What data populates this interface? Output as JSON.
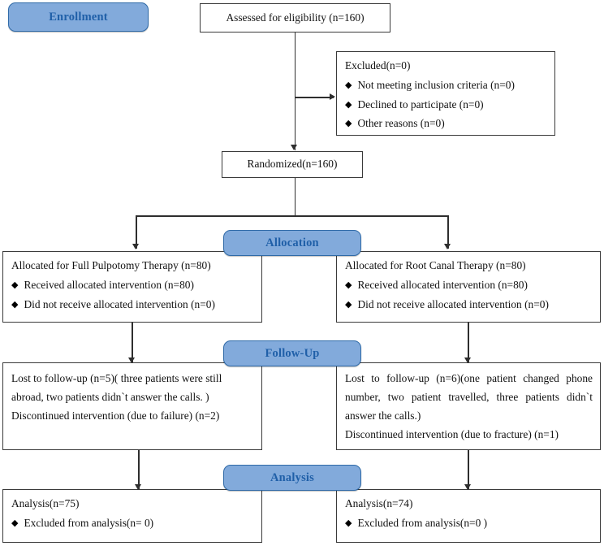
{
  "diagram": {
    "title": "CONSORT participant flow diagram",
    "colors": {
      "pill_fill": "#82AADB",
      "pill_border": "#2f6aa8",
      "pill_text": "#1F5FA8",
      "box_border": "#3a3a3a",
      "connector": "#2e2e2e",
      "background": "#ffffff"
    },
    "bullet_glyph": "◆"
  },
  "stages": {
    "enrollment": "Enrollment",
    "allocation": "Allocation",
    "followup": "Follow-Up",
    "analysis": "Analysis"
  },
  "enrollment": {
    "assessed": "Assessed for eligibility (n=160)",
    "excluded_title": "Excluded(n=0)",
    "excluded_items": [
      "Not meeting inclusion criteria (n=0)",
      "Declined to participate (n=0)",
      "Other reasons (n=0)"
    ],
    "randomized": "Randomized(n=160)"
  },
  "allocation": {
    "left": {
      "title": "Allocated for Full Pulpotomy Therapy (n=80)",
      "items": [
        "Received allocated intervention (n=80)",
        "Did not receive allocated intervention (n=0)"
      ]
    },
    "right": {
      "title": "Allocated for Root Canal Therapy (n=80)",
      "items": [
        "Received allocated intervention (n=80)",
        "Did not receive allocated intervention   (n=0)"
      ]
    }
  },
  "followup": {
    "left": {
      "lost": "Lost to follow-up (n=5)( three patients were still abroad, two patients didn`t answer the calls. )",
      "discontinued": "Discontinued intervention (due to failure) (n=2)"
    },
    "right": {
      "lost": "Lost to follow-up (n=6)(one patient changed phone number, two patient travelled, three patients didn`t answer the calls.)",
      "discontinued": "Discontinued intervention (due to fracture) (n=1)"
    }
  },
  "analysis": {
    "left": {
      "title": "Analysis(n=75)",
      "items": [
        "Excluded from analysis(n= 0)"
      ]
    },
    "right": {
      "title": "Analysis(n=74)",
      "items": [
        "Excluded from analysis(n=0 )"
      ]
    }
  }
}
